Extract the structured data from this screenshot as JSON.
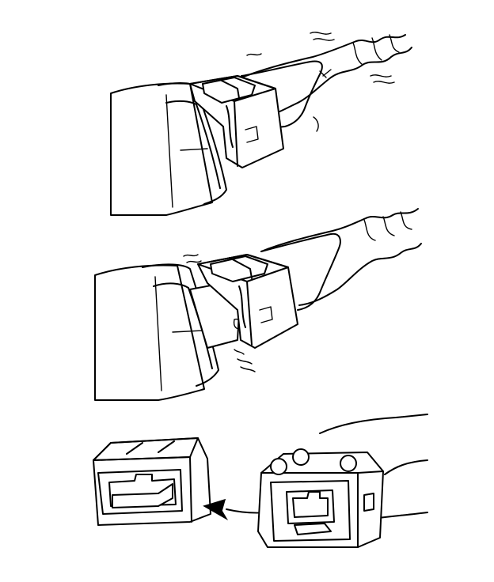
{
  "figure": {
    "panels": [
      {
        "id": "connected",
        "description_visible": false
      },
      {
        "id": "unlocking",
        "description_visible": false
      },
      {
        "id": "separated",
        "description_visible": false
      }
    ],
    "arrow_direction": "left",
    "line_color": "#000000",
    "background_color": "#ffffff"
  }
}
